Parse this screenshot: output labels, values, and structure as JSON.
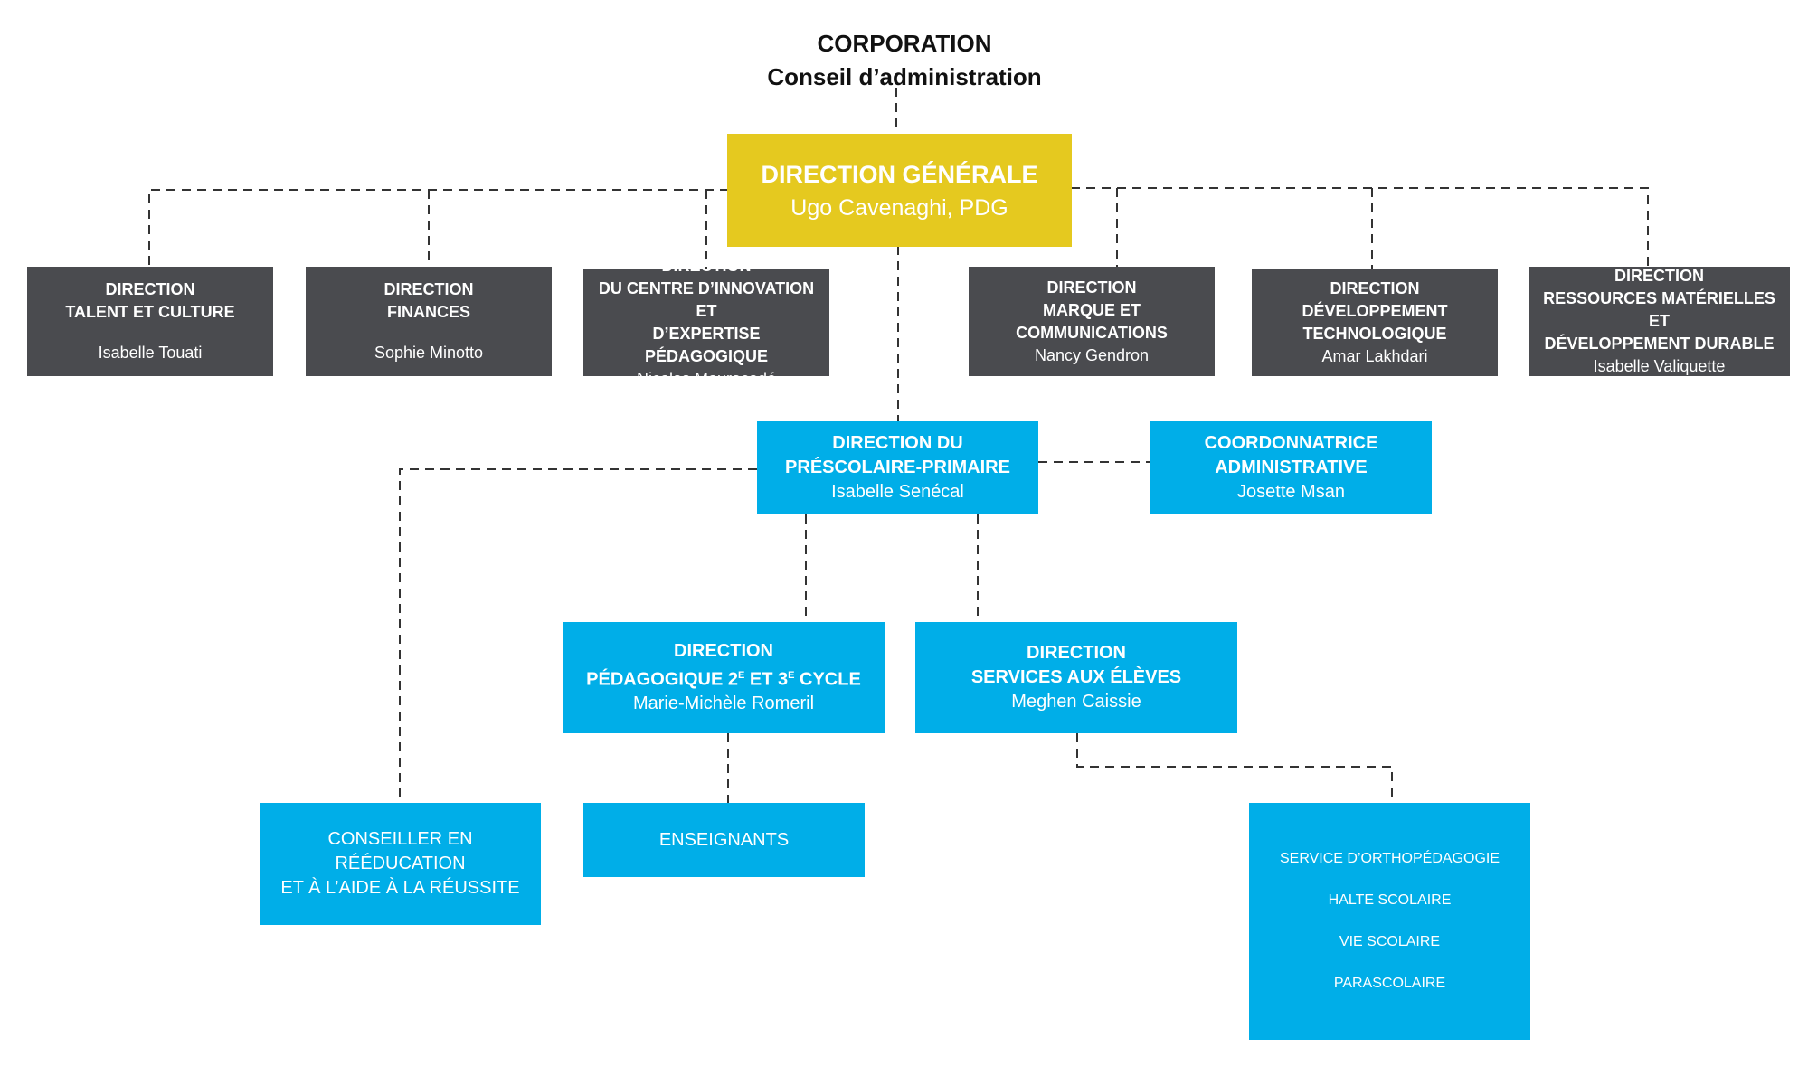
{
  "header": {
    "line1": "CORPORATION",
    "line2": "Conseil d’administration"
  },
  "direction_generale": {
    "title": "DIRECTION GÉNÉRALE",
    "person": "Ugo Cavenaghi, PDG"
  },
  "top_directions": [
    {
      "line1": "DIRECTION",
      "line2": "TALENT ET CULTURE",
      "line3": "",
      "person": "Isabelle Touati"
    },
    {
      "line1": "DIRECTION",
      "line2": "FINANCES",
      "line3": "",
      "person": "Sophie Minotto"
    },
    {
      "line1": "DIRECTION",
      "line2": "DU CENTRE D’INNOVATION ET",
      "line3": "D’EXPERTISE PÉDAGOGIQUE",
      "person": "Nicolas Mouracadé"
    },
    {
      "line1": "DIRECTION",
      "line2": "MARQUE ET",
      "line3": "COMMUNICATIONS",
      "person": "Nancy Gendron"
    },
    {
      "line1": "DIRECTION",
      "line2": "DÉVELOPPEMENT",
      "line3": "TECHNOLOGIQUE",
      "person": "Amar Lakhdari"
    },
    {
      "line1": "DIRECTION",
      "line2": "RESSOURCES MATÉRIELLES ET",
      "line3": "DÉVELOPPEMENT DURABLE",
      "person": "Isabelle Valiquette"
    }
  ],
  "prescolaire": {
    "line1": "DIRECTION DU",
    "line2": "PRÉSCOLAIRE-PRIMAIRE",
    "person": "Isabelle Senécal"
  },
  "coordonnatrice": {
    "line1": "COORDONNATRICE",
    "line2": "ADMINISTRATIVE",
    "person": "Josette Msan"
  },
  "pedagogique": {
    "line1": "DIRECTION",
    "line2_a": "PÉDAGOGIQUE 2",
    "sup_a": "E",
    "line2_b": " ET 3",
    "sup_b": "E",
    "line2_c": " CYCLE",
    "person": "Marie-Michèle Romeril"
  },
  "services_eleves": {
    "line1": "DIRECTION",
    "line2": "SERVICES AUX ÉLÈVES",
    "person": "Meghen Caissie"
  },
  "conseiller": {
    "line1": "CONSEILLER EN",
    "line2": "RÉÉDUCATION",
    "line3": "ET À L’AIDE À LA RÉUSSITE"
  },
  "enseignants": {
    "label": "ENSEIGNANTS"
  },
  "services_list": [
    "SERVICE D’ORTHOPÉDAGOGIE",
    "HALTE SCOLAIRE",
    "VIE SCOLAIRE",
    "PARASCOLAIRE"
  ],
  "colors": {
    "dark_box": "#4a4b4f",
    "blue_box": "#00aee8",
    "yellow_box": "#e5c91f",
    "connector": "#333333"
  }
}
